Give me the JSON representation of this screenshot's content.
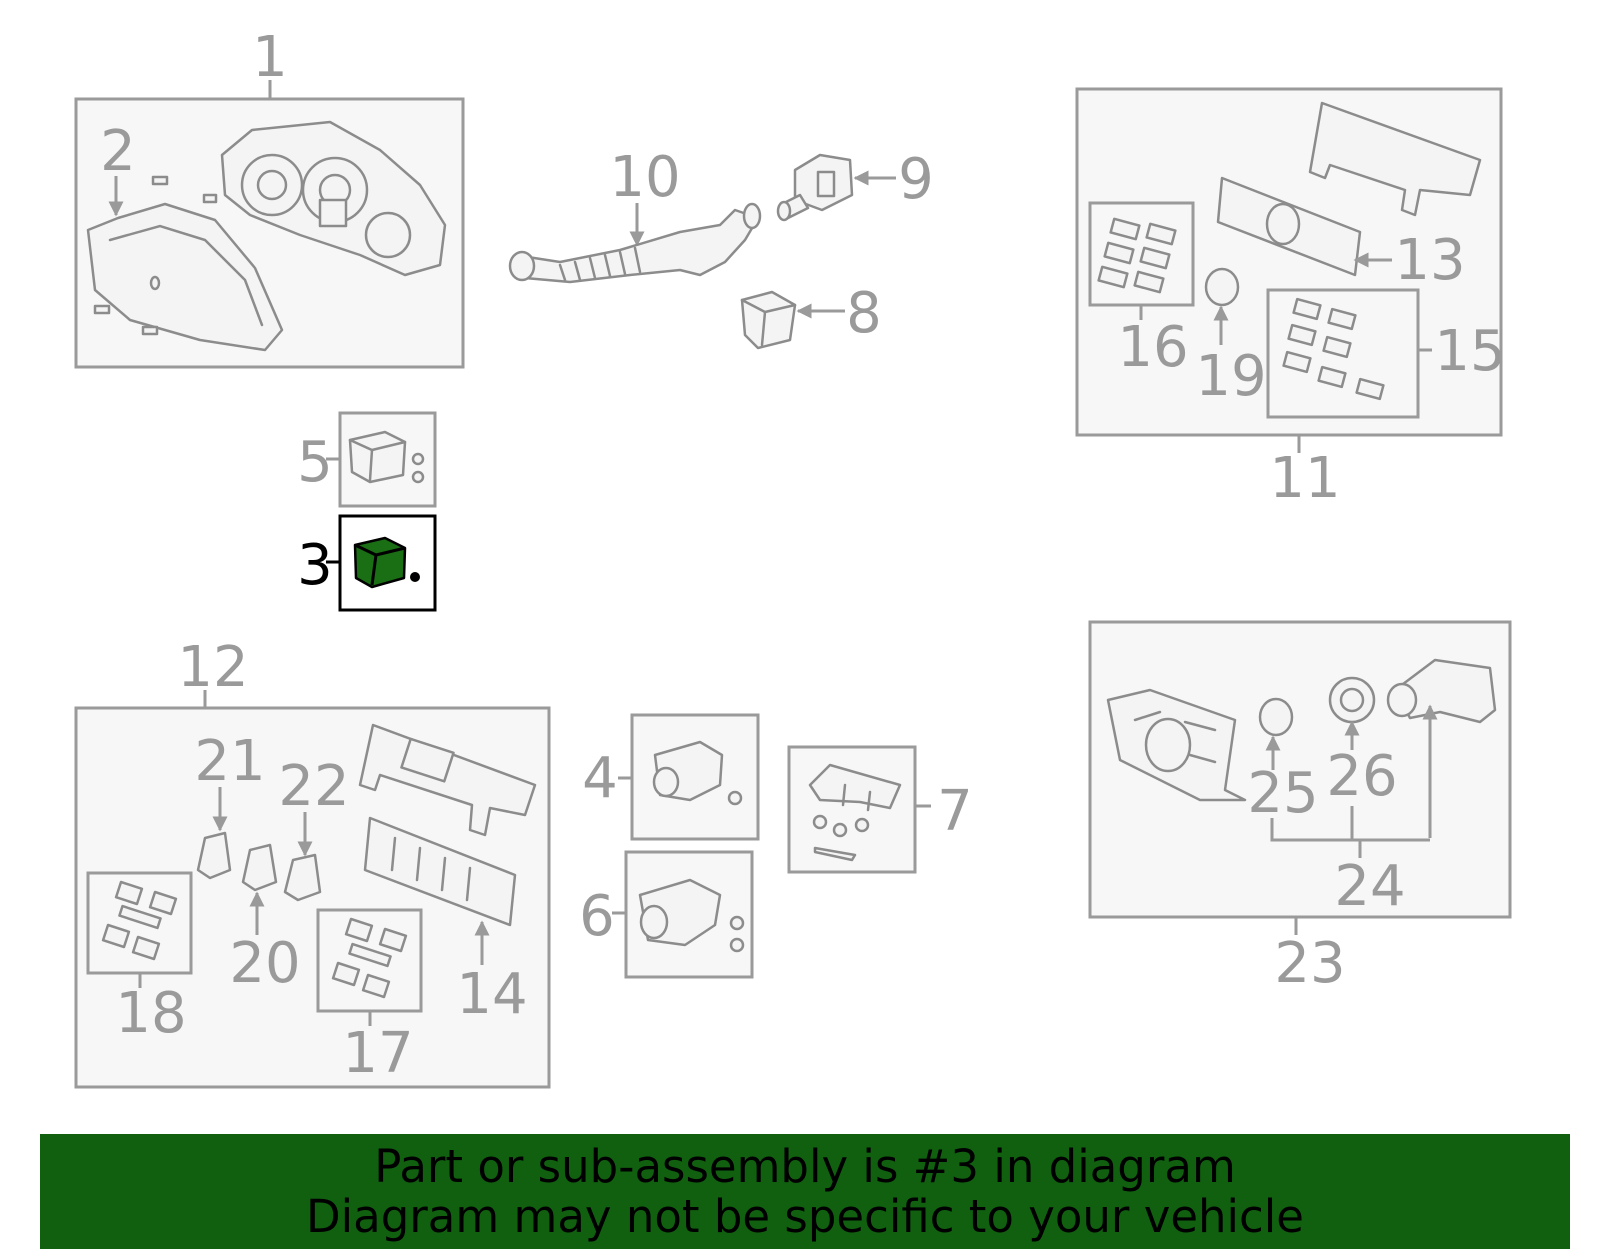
{
  "callouts": {
    "c1": "1",
    "c2": "2",
    "c3": "3",
    "c4": "4",
    "c5": "5",
    "c6": "6",
    "c7": "7",
    "c8": "8",
    "c9": "9",
    "c10": "10",
    "c11": "11",
    "c12": "12",
    "c13": "13",
    "c14": "14",
    "c15": "15",
    "c16": "16",
    "c17": "17",
    "c18": "18",
    "c19": "19",
    "c20": "20",
    "c21": "21",
    "c22": "22",
    "c23": "23",
    "c24": "24",
    "c25": "25",
    "c26": "26"
  },
  "highlight": {
    "callout": "3",
    "color": "#1a6e14"
  },
  "banner": {
    "line1": "Part or sub-assembly is #3 in diagram",
    "line2": "Diagram may not be specific to your vehicle",
    "background": "#106010"
  }
}
